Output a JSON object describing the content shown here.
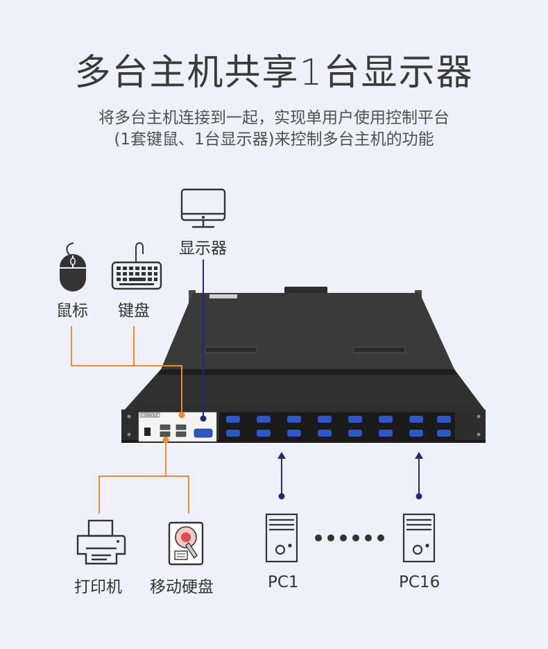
{
  "title": "多台主机共享1台显示器",
  "subtitle_line1": "将多台主机连接到一起，实现单用户使用控制平台",
  "subtitle_line2": "(1套键鼠、1台显示器)来控制多台主机的功能",
  "device": {
    "console_label": "CONSOLE"
  },
  "peripherals": {
    "monitor": {
      "label": "显示器",
      "icon": "monitor-icon"
    },
    "mouse": {
      "label": "鼠标",
      "icon": "mouse-icon"
    },
    "keyboard": {
      "label": "键盘",
      "icon": "keyboard-icon"
    },
    "printer": {
      "label": "打印机",
      "icon": "printer-icon"
    },
    "hdd": {
      "label": "移动硬盘",
      "icon": "hard-drive-icon"
    }
  },
  "hosts": {
    "first": {
      "label": "PC1",
      "icon": "pc-tower-icon"
    },
    "last": {
      "label": "PC16",
      "icon": "pc-tower-icon"
    }
  },
  "colors": {
    "background": "#eef1f9",
    "orange_line": "#f08a2b",
    "navy_line": "#1f2a7a",
    "device_body": "#3b3b3b",
    "vga_port": "#2f56c8"
  }
}
